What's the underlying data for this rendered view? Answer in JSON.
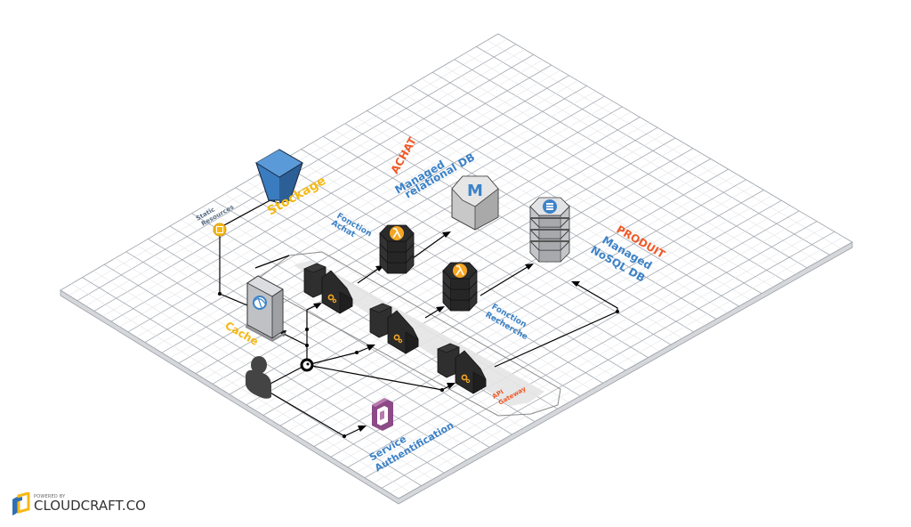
{
  "diagram": {
    "labels": {
      "static_resources": [
        "Static",
        "Resources"
      ],
      "stockage": "Stockage",
      "achat_title": "ACHAT",
      "relational_db": [
        "Managed",
        "relational DB"
      ],
      "fonction_achat": [
        "Fonction",
        "Achat"
      ],
      "produit_title": "PRODUIT",
      "nosql_db": [
        "Managed",
        "NoSQL DB"
      ],
      "fonction_recherche": [
        "Fonction",
        "Recherche"
      ],
      "cache": "Cache",
      "api_gateway": [
        "API",
        "Gateway"
      ],
      "service_auth": [
        "Service",
        "Authentification"
      ]
    },
    "colors": {
      "blue_label": "#3c82c8",
      "orange_label": "#f05a28",
      "yellow_label": "#f5b916",
      "dark_block": "#2f2f2f",
      "grid_line": "#9aa0a8",
      "lambda_orange": "#f5a623",
      "s3_blue": "#3a7cc0",
      "cognito_purple": "#8c4a86"
    },
    "icons": {
      "storage": "s3-bucket-icon",
      "relational_db": "rds-mysql-icon",
      "nosql_db": "dynamodb-icon",
      "lambda": "lambda-icon",
      "gateway": "api-gateway-icon",
      "cache": "cloudfront-cache-icon",
      "user": "user-icon",
      "auth": "cognito-icon",
      "static_resources": "static-resources-icon"
    }
  },
  "branding": {
    "powered_by": "POWERED BY",
    "name": "CLOUDCRAFT.CO"
  }
}
